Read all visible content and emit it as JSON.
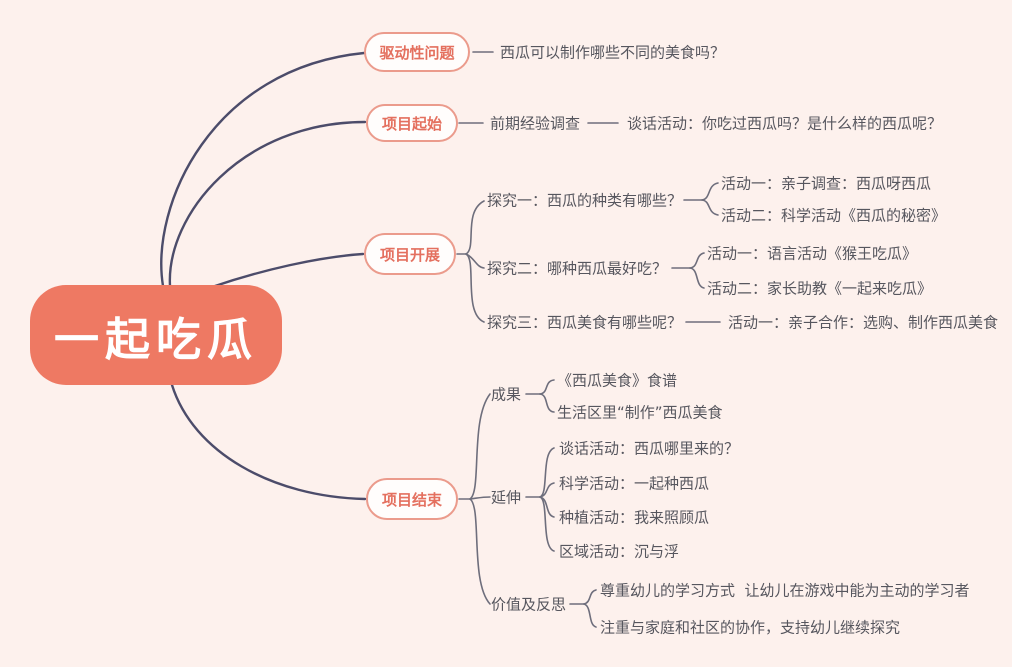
{
  "palette": {
    "background": "#fdf1ed",
    "root_fill": "#ee7963",
    "root_text": "#ffffff",
    "pill_fill": "#fffdfc",
    "pill_border": "#eb9b8c",
    "pill_text": "#e4705f",
    "main_curve": "#4c4c6a",
    "connector": "#6e6e7c",
    "leaf_text": "#56565e"
  },
  "root": {
    "label": "一起吃瓜"
  },
  "branches": [
    {
      "label": "驱动性问题",
      "children": [
        {
          "text": "西瓜可以制作哪些不同的美食吗？"
        }
      ]
    },
    {
      "label": "项目起始",
      "children": [
        {
          "text": "前期经验调查",
          "children": [
            {
              "text": "谈话活动：你吃过西瓜吗？是什么样的西瓜呢？"
            }
          ]
        }
      ]
    },
    {
      "label": "项目开展",
      "children": [
        {
          "text": "探究一：西瓜的种类有哪些？",
          "children": [
            {
              "text": "活动一：亲子调查：西瓜呀西瓜"
            },
            {
              "text": "活动二：科学活动《西瓜的秘密》"
            }
          ]
        },
        {
          "text": "探究二：哪种西瓜最好吃？",
          "children": [
            {
              "text": "活动一：语言活动《猴王吃瓜》"
            },
            {
              "text": "活动二：家长助教《一起来吃瓜》"
            }
          ]
        },
        {
          "text": "探究三：西瓜美食有哪些呢？",
          "children": [
            {
              "text": "活动一：亲子合作：选购、制作西瓜美食"
            }
          ]
        }
      ]
    },
    {
      "label": "项目结束",
      "children": [
        {
          "text": "成果",
          "children": [
            {
              "text": "《西瓜美食》食谱"
            },
            {
              "text": "生活区里“制作”西瓜美食"
            }
          ]
        },
        {
          "text": "延伸",
          "children": [
            {
              "text": "谈话活动：西瓜哪里来的？"
            },
            {
              "text": "科学活动：一起种西瓜"
            },
            {
              "text": "种植活动：我来照顾瓜"
            },
            {
              "text": "区域活动：沉与浮"
            }
          ]
        },
        {
          "text": "价值及反思",
          "children": [
            {
              "text": "尊重幼儿的学习方式  让幼儿在游戏中能为主动的学习者"
            },
            {
              "text": "注重与家庭和社区的协作，支持幼儿继续探究"
            }
          ]
        }
      ]
    }
  ]
}
